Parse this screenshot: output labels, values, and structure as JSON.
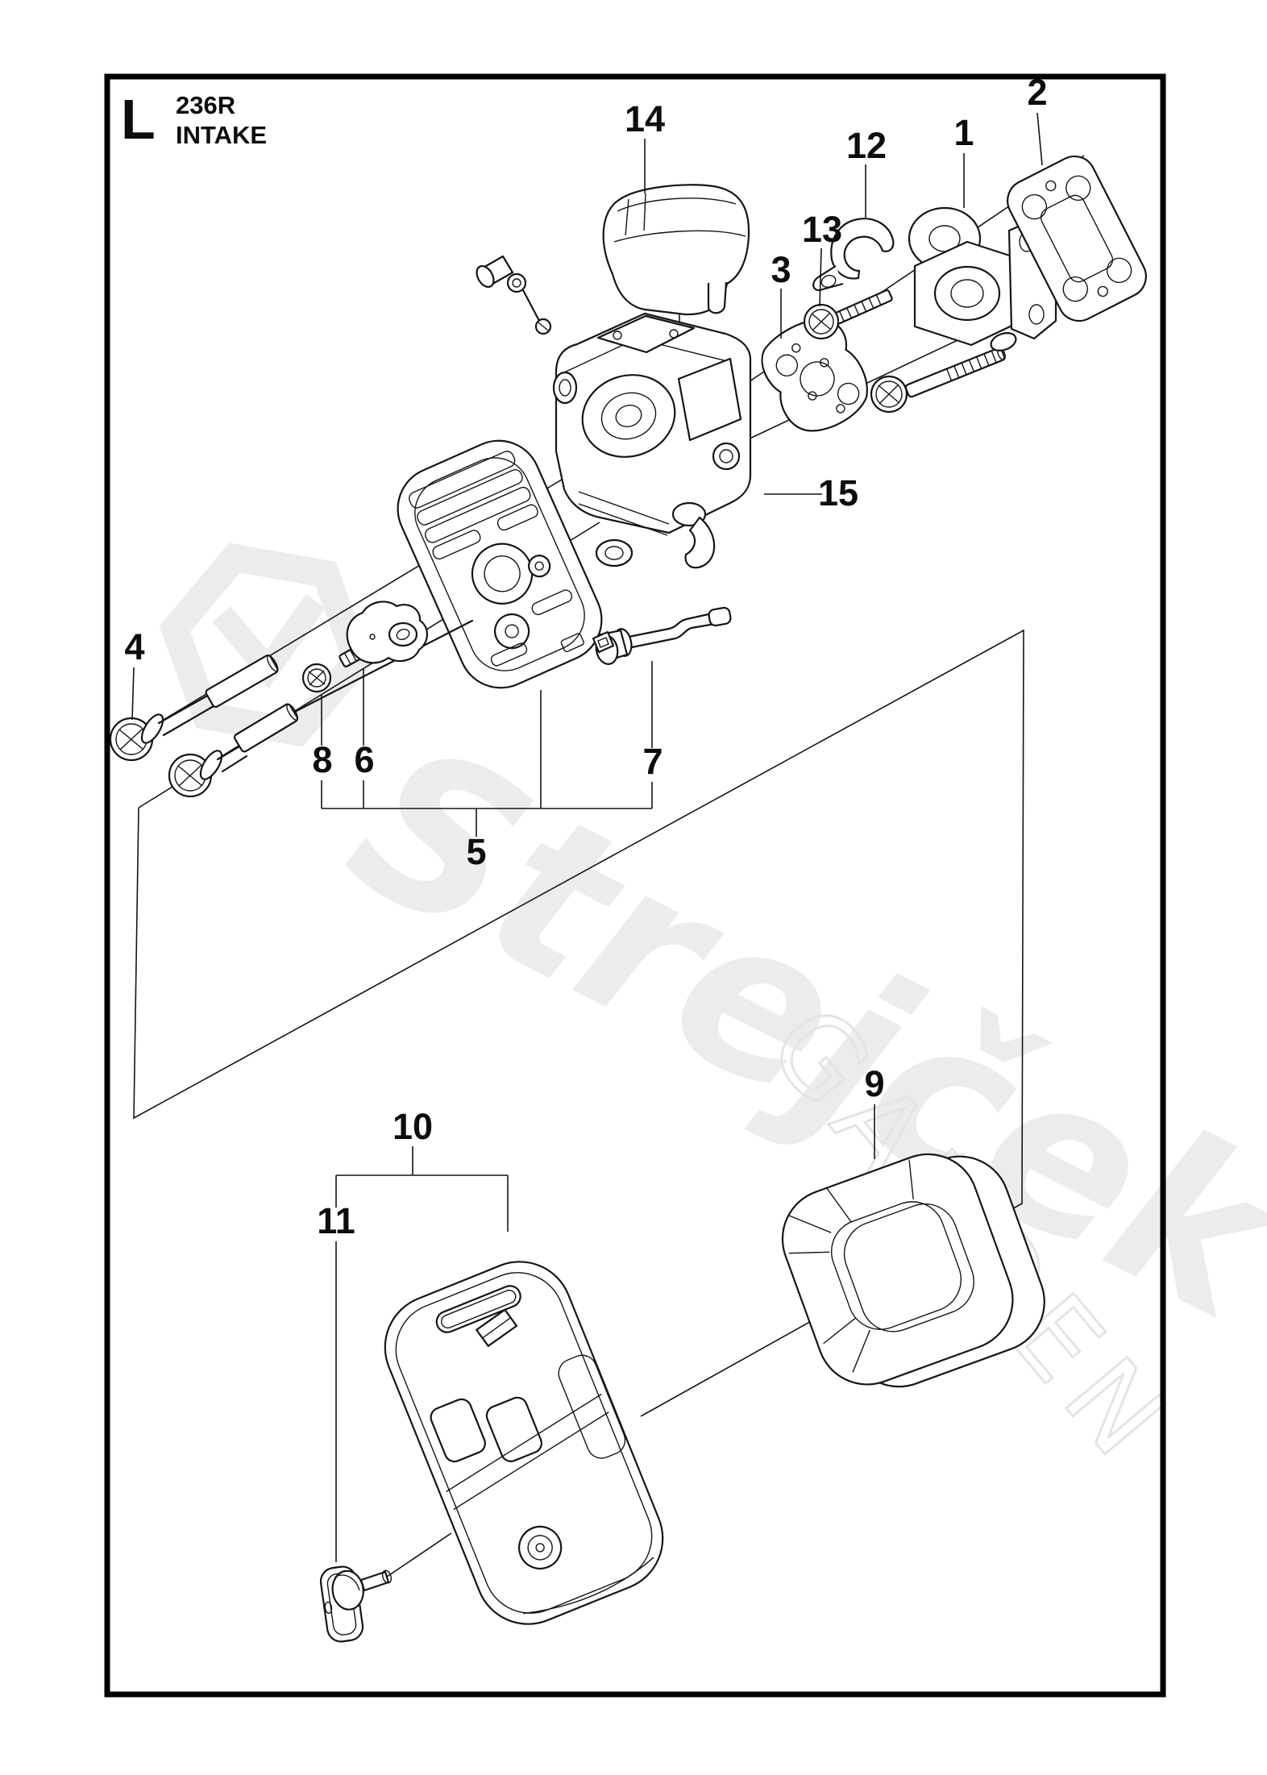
{
  "page": {
    "background": "#ffffff",
    "frame_color": "#000000",
    "line_color": "#151515"
  },
  "header": {
    "section_letter": "L",
    "model": "236R",
    "section_title": "INTAKE"
  },
  "watermark": {
    "brand": "Strejček",
    "subtitle": "GARDEN",
    "brand_color": "#ececec",
    "subtitle_color": "#e4e4e4",
    "logo": "hexagon-logo"
  },
  "diagram": {
    "type": "exploded-parts-diagram",
    "callouts": [
      {
        "number": "1"
      },
      {
        "number": "2"
      },
      {
        "number": "3"
      },
      {
        "number": "4"
      },
      {
        "number": "5"
      },
      {
        "number": "6"
      },
      {
        "number": "7"
      },
      {
        "number": "8"
      },
      {
        "number": "9"
      },
      {
        "number": "10"
      },
      {
        "number": "11"
      },
      {
        "number": "12"
      },
      {
        "number": "13"
      },
      {
        "number": "14"
      },
      {
        "number": "15"
      }
    ]
  }
}
